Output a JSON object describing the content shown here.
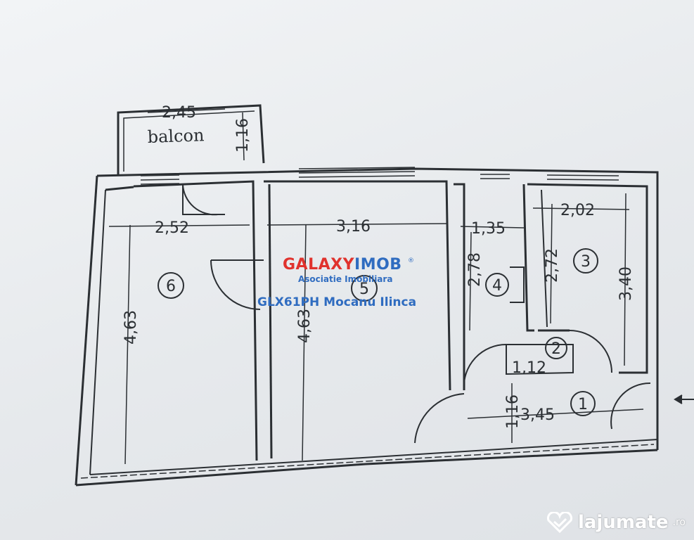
{
  "plan": {
    "balcon_label": "balcon",
    "dimensions": {
      "balcon_width": "2,45",
      "balcon_depth": "1,16",
      "room6_width": "2,52",
      "room6_length": "4,63",
      "room5_width": "3,16",
      "room5_length": "4,63",
      "room4_width": "1,35",
      "room4_length": "2,78",
      "room3_width": "2,02",
      "room3_length_a": "2,72",
      "room3_length_b": "3,40",
      "room2_width": "1,12",
      "hall_width": "3,45",
      "hall_depth": "1,16"
    },
    "rooms": {
      "r1": "1",
      "r2": "2",
      "r3": "3",
      "r4": "4",
      "r5": "5",
      "r6": "6"
    }
  },
  "watermark": {
    "brand_part1": "GALAXY",
    "brand_part2": "IMOB",
    "registered": "®",
    "subtitle": "Asociatie Imobiliara",
    "agent": "GLX61PH Mocanu Ilinca"
  },
  "site_logo": {
    "name": "lajumate",
    "tld": ".ro"
  },
  "colors": {
    "line": "#2b2f33",
    "brand_red": "#e0322d",
    "brand_blue": "#2f6cc0"
  }
}
